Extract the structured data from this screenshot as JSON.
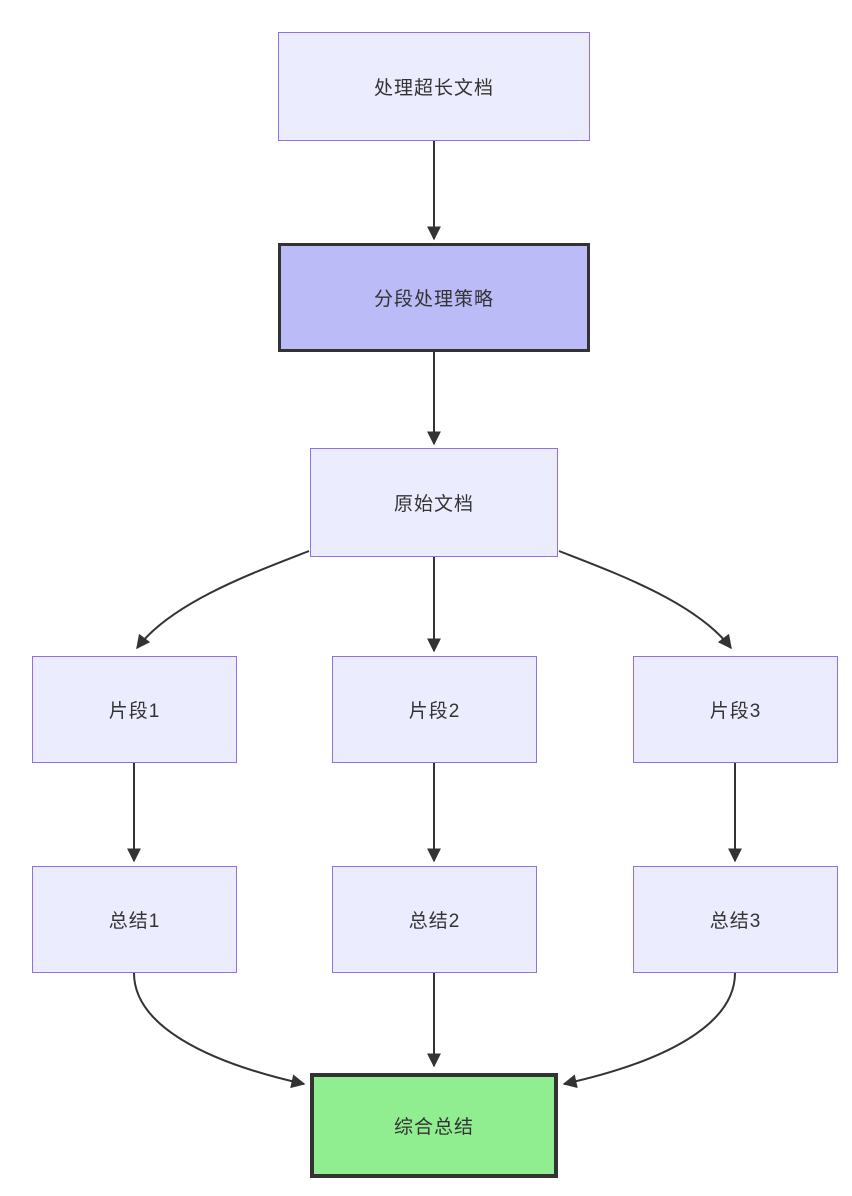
{
  "diagram": {
    "type": "flowchart",
    "direction": "top-down",
    "background": "#ffffff",
    "nodes": [
      {
        "id": "A",
        "label": "处理超长文档",
        "style": "default"
      },
      {
        "id": "B",
        "label": "分段处理策略",
        "style": "highlight"
      },
      {
        "id": "C",
        "label": "原始文档",
        "style": "default"
      },
      {
        "id": "D1",
        "label": "片段1",
        "style": "default"
      },
      {
        "id": "D2",
        "label": "片段2",
        "style": "default"
      },
      {
        "id": "D3",
        "label": "片段3",
        "style": "default"
      },
      {
        "id": "E1",
        "label": "总结1",
        "style": "default"
      },
      {
        "id": "E2",
        "label": "总结2",
        "style": "default"
      },
      {
        "id": "E3",
        "label": "总结3",
        "style": "default"
      },
      {
        "id": "F",
        "label": "综合总结",
        "style": "success"
      }
    ],
    "edges": [
      {
        "from": "A",
        "to": "B"
      },
      {
        "from": "B",
        "to": "C"
      },
      {
        "from": "C",
        "to": "D1"
      },
      {
        "from": "C",
        "to": "D2"
      },
      {
        "from": "C",
        "to": "D3"
      },
      {
        "from": "D1",
        "to": "E1"
      },
      {
        "from": "D2",
        "to": "E2"
      },
      {
        "from": "D3",
        "to": "E3"
      },
      {
        "from": "E1",
        "to": "F"
      },
      {
        "from": "E2",
        "to": "F"
      },
      {
        "from": "E3",
        "to": "F"
      }
    ],
    "colors": {
      "node_fill": "#ECECFF",
      "node_border": "#9370DB",
      "highlight_fill": "#BBBBF8",
      "highlight_border": "#333333",
      "success_fill": "#90EE90",
      "success_border": "#333333",
      "text": "#333333",
      "arrow": "#333333"
    }
  }
}
